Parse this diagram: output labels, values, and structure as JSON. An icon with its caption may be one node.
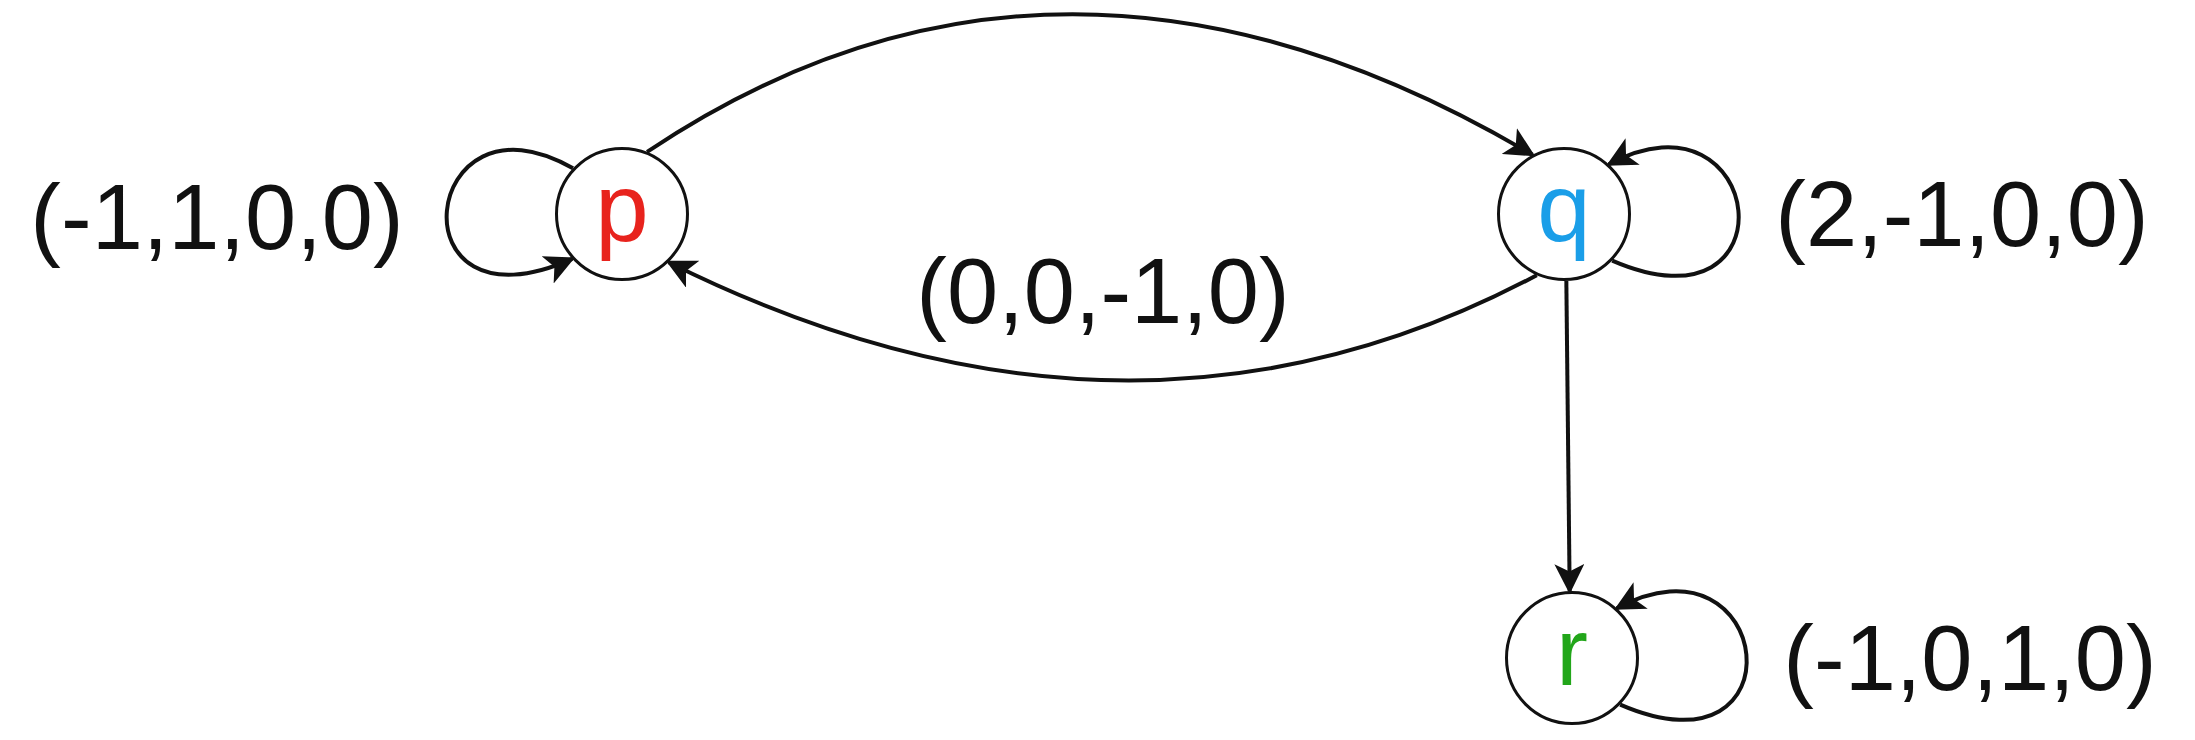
{
  "diagram": {
    "nodes": [
      {
        "text": [
          "p"
        ]
      },
      {
        "text": [
          "q"
        ]
      },
      {
        "text": [
          "r"
        ]
      }
    ],
    "edges": [
      {
        "from": 0,
        "to": 0,
        "arrow": "to",
        "label": "(-1,1,0,0)"
      },
      {
        "from": 0,
        "to": 1,
        "arrow": "to"
      },
      {
        "from": 1,
        "to": 1,
        "arrow": "to",
        "label": "(2,-1,0,0)"
      },
      {
        "from": 1,
        "to": 0,
        "arrow": "to",
        "label": "(0,0,-1,0)"
      },
      {
        "from": 1,
        "to": 2,
        "arrow": "to"
      },
      {
        "from": 2,
        "to": 2,
        "arrow": "to",
        "label": "(-1,0,1,0)"
      }
    ]
  }
}
